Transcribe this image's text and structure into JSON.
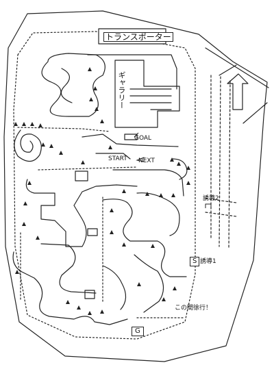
{
  "labels": {
    "transporter": "トランスポーター",
    "gallery": "ギャラリー",
    "goal": "GOAL",
    "start": "START",
    "next": "NEXT",
    "guide2": "誘導2",
    "guide1": "誘導1",
    "s_marker": "S",
    "g_marker": "G",
    "note": "この間徐行！"
  },
  "icons": {
    "pylon": "triangle-cone-icon",
    "direction": "arrow-icon"
  }
}
